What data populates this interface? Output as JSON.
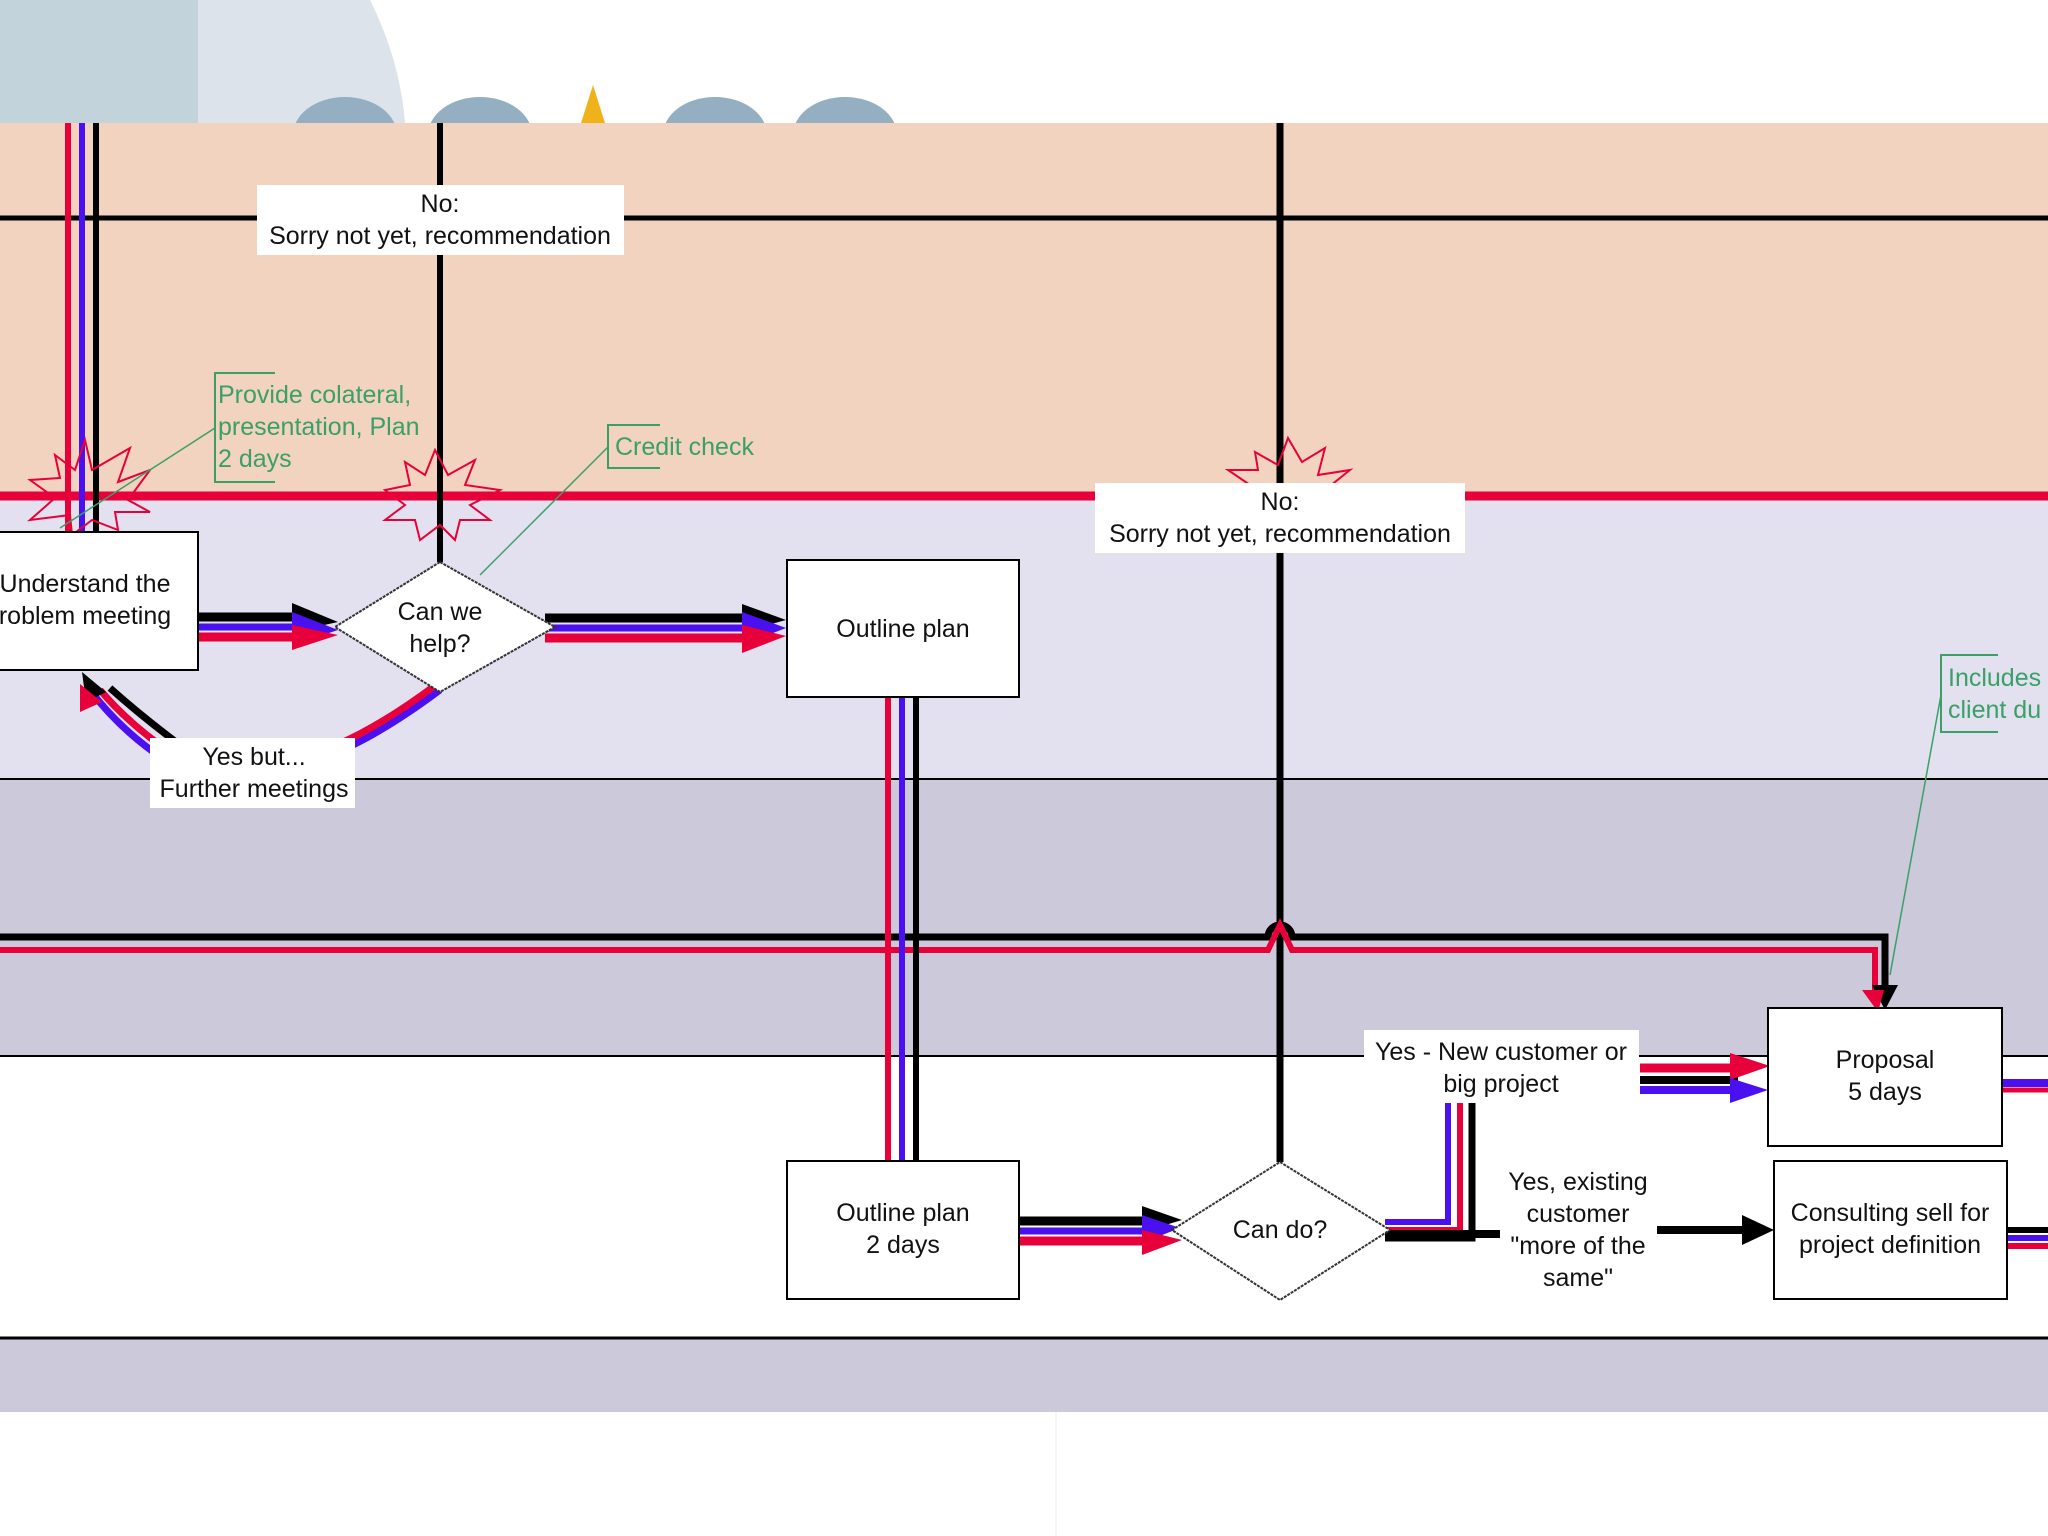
{
  "colors": {
    "lane_top": "#f2d3bf",
    "lane_2": "#e3e0ef",
    "lane_3": "#ccc9da",
    "lane_4": "#ffffff",
    "lane_5": "#ccc9da",
    "red": "#e8003a",
    "blue": "#4a10f0",
    "black": "#000000",
    "note": "#3aa067"
  },
  "nodes": {
    "understand": [
      "Understand the",
      "roblem meeting"
    ],
    "can_we_help": [
      "Can we",
      "help?"
    ],
    "outline_plan": [
      "Outline plan"
    ],
    "outline_plan_2": [
      "Outline plan",
      "2 days"
    ],
    "can_do": [
      "Can do?"
    ],
    "proposal": [
      "Proposal",
      "5 days"
    ],
    "consulting": [
      "Consulting sell for",
      "project definition"
    ]
  },
  "labels": {
    "no_top": [
      "No:",
      "Sorry not yet, recommendation"
    ],
    "no_mid": [
      "No:",
      "Sorry not yet, recommendation"
    ],
    "yes_but": [
      "Yes but...",
      "Further meetings"
    ],
    "yes_new": [
      "Yes - New customer or",
      "big project"
    ],
    "yes_existing": [
      "Yes, existing",
      "customer",
      "\"more of the",
      "same\""
    ]
  },
  "notes": {
    "collateral": [
      "Provide colateral,",
      "presentation, Plan",
      "2 days"
    ],
    "credit": [
      "Credit check"
    ],
    "includes": [
      "Includes",
      "client du"
    ]
  }
}
